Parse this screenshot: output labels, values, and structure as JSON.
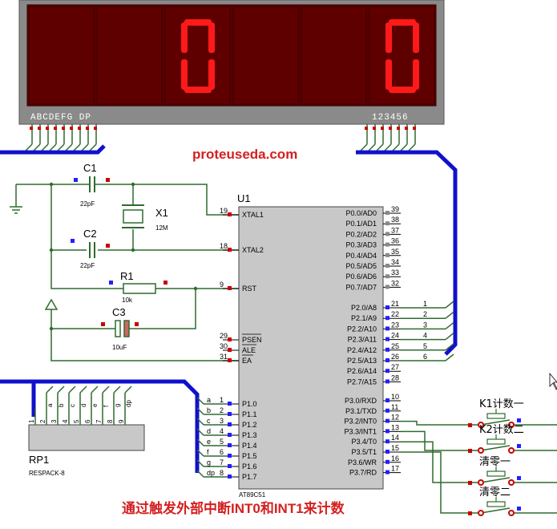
{
  "watermark": "proteuseda.com",
  "caption": "通过触发外部中断INT0和INT1来计数",
  "display": {
    "digits": [
      "",
      "",
      "0",
      "",
      "",
      "0"
    ],
    "segment_label": "ABCDEFG DP",
    "digit_label": "123456",
    "segment_color": "#ff1a1a",
    "face_color": "#5a0000",
    "bezel_color": "#8a8a8a"
  },
  "chip": {
    "ref": "U1",
    "part": "AT89C51",
    "left_pins": [
      {
        "num": "19",
        "name": "XTAL1"
      },
      {
        "num": "18",
        "name": "XTAL2"
      },
      {
        "num": "9",
        "name": "RST"
      },
      {
        "num": "29",
        "name": "PSEN"
      },
      {
        "num": "30",
        "name": "ALE"
      },
      {
        "num": "31",
        "name": "EA"
      },
      {
        "num": "1",
        "name": "P1.0"
      },
      {
        "num": "2",
        "name": "P1.1"
      },
      {
        "num": "3",
        "name": "P1.2"
      },
      {
        "num": "4",
        "name": "P1.3"
      },
      {
        "num": "5",
        "name": "P1.4"
      },
      {
        "num": "6",
        "name": "P1.5"
      },
      {
        "num": "7",
        "name": "P1.6"
      },
      {
        "num": "8",
        "name": "P1.7"
      }
    ],
    "right_pins": [
      {
        "num": "39",
        "name": "P0.0/AD0"
      },
      {
        "num": "38",
        "name": "P0.1/AD1"
      },
      {
        "num": "37",
        "name": "P0.2/AD2"
      },
      {
        "num": "36",
        "name": "P0.3/AD3"
      },
      {
        "num": "35",
        "name": "P0.4/AD4"
      },
      {
        "num": "34",
        "name": "P0.5/AD5"
      },
      {
        "num": "33",
        "name": "P0.6/AD6"
      },
      {
        "num": "32",
        "name": "P0.7/AD7"
      },
      {
        "num": "21",
        "name": "P2.0/A8"
      },
      {
        "num": "22",
        "name": "P2.1/A9"
      },
      {
        "num": "23",
        "name": "P2.2/A10"
      },
      {
        "num": "24",
        "name": "P2.3/A11"
      },
      {
        "num": "25",
        "name": "P2.4/A12"
      },
      {
        "num": "26",
        "name": "P2.5/A13"
      },
      {
        "num": "27",
        "name": "P2.6/A14"
      },
      {
        "num": "28",
        "name": "P2.7/A15"
      },
      {
        "num": "10",
        "name": "P3.0/RXD"
      },
      {
        "num": "11",
        "name": "P3.1/TXD"
      },
      {
        "num": "12",
        "name": "P3.2/INT0"
      },
      {
        "num": "13",
        "name": "P3.3/INT1"
      },
      {
        "num": "14",
        "name": "P3.4/T0"
      },
      {
        "num": "15",
        "name": "P3.5/T1"
      },
      {
        "num": "16",
        "name": "P3.6/WR"
      },
      {
        "num": "17",
        "name": "P3.7/RD"
      }
    ]
  },
  "p2_nets": [
    "1",
    "2",
    "3",
    "4",
    "5",
    "6"
  ],
  "p1_nets": [
    "a",
    "b",
    "c",
    "d",
    "e",
    "f",
    "g",
    "dp"
  ],
  "components": {
    "c1": {
      "ref": "C1",
      "value": "22pF"
    },
    "c2": {
      "ref": "C2",
      "value": "22pF"
    },
    "x1": {
      "ref": "X1",
      "value": "12M"
    },
    "r1": {
      "ref": "R1",
      "value": "10k"
    },
    "c3": {
      "ref": "C3",
      "value": "10uF"
    },
    "rp1": {
      "ref": "RP1",
      "part": "RESPACK-8",
      "pins": [
        "1",
        "2",
        "3",
        "4",
        "5",
        "6",
        "7",
        "8",
        "9"
      ],
      "nets": [
        "a",
        "b",
        "c",
        "d",
        "e",
        "f",
        "g",
        "dp"
      ]
    }
  },
  "switches": [
    "K1计数一",
    "K2计数二",
    "清零一",
    "清零二"
  ],
  "colors": {
    "wire": "#2e6b2e",
    "bus": "#1010cc",
    "chip_fill": "#c8c8c8",
    "pin_marker": "#cc0000",
    "pin_marker_alt": "#2020ff",
    "label_red": "#d42020"
  }
}
